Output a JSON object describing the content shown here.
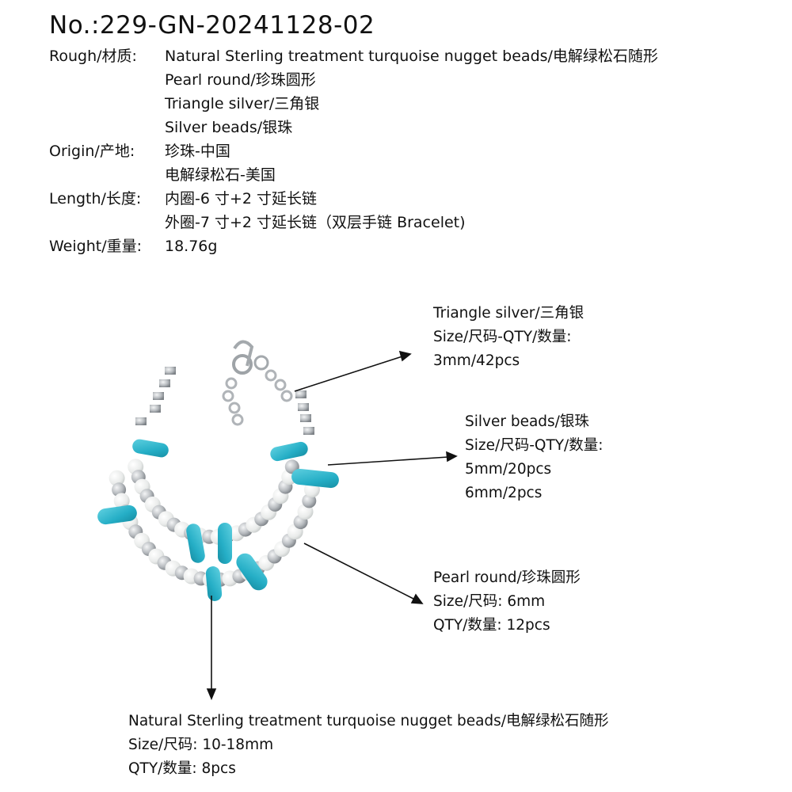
{
  "title": "No.:229-GN-20241128-02",
  "specs": {
    "rough_label": "Rough/材质:",
    "rough_values": [
      "Natural Sterling treatment turquoise nugget beads/电解绿松石随形",
      "Pearl round/珍珠圆形",
      "Triangle silver/三角银",
      "Silver beads/银珠"
    ],
    "origin_label": "Origin/产地:",
    "origin_values": [
      "珍珠-中国",
      "电解绿松石-美国"
    ],
    "length_label": "Length/长度:",
    "length_values": [
      "内圈-6 寸+2 寸延长链",
      "外圈-7 寸+2 寸延长链（双层手链 Bracelet)"
    ],
    "weight_label": "Weight/重量:",
    "weight_value": "18.76g"
  },
  "callouts": {
    "triangle": {
      "name": "Triangle silver/三角银",
      "size_label": "Size/尺码-QTY/数量:",
      "spec": "3mm/42pcs"
    },
    "silver": {
      "name": "Silver beads/银珠",
      "size_label": "Size/尺码-QTY/数量:",
      "spec1": "5mm/20pcs",
      "spec2": "6mm/2pcs"
    },
    "pearl": {
      "name": "Pearl round/珍珠圆形",
      "size": "Size/尺码: 6mm",
      "qty": "QTY/数量: 12pcs"
    },
    "turquoise": {
      "name": "Natural Sterling treatment turquoise nugget beads/电解绿松石随形",
      "size": "Size/尺码: 10-18mm",
      "qty": "QTY/数量: 8pcs"
    }
  },
  "colors": {
    "turquoise": "#2ab3c9",
    "pearl": "#eef0ee",
    "silver": "#b8bcc0",
    "text": "#111111"
  }
}
